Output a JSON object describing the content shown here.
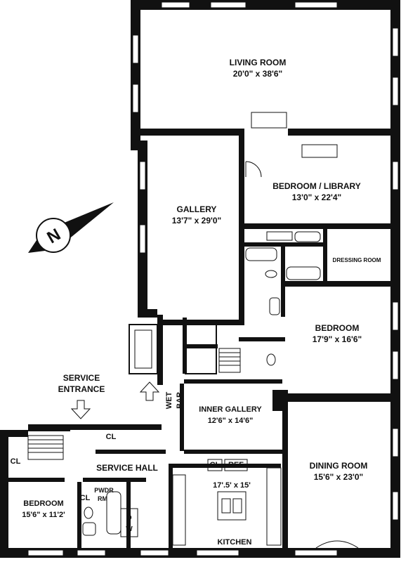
{
  "rooms": {
    "living_room": {
      "name": "LIVING ROOM",
      "dims": "20'0\" x 38'6\""
    },
    "bedroom_library": {
      "name": "BEDROOM / LIBRARY",
      "dims": "13'0\" x 22'4\""
    },
    "gallery": {
      "name": "GALLERY",
      "dims": "13'7\" x 29'0\""
    },
    "dressing_room": {
      "name": "DRESSING ROOM"
    },
    "bedroom_east": {
      "name": "BEDROOM",
      "dims": "17'9\" x 16'6\""
    },
    "inner_gallery": {
      "name": "INNER GALLERY",
      "dims": "12'6\" x 14'6\""
    },
    "dining_room": {
      "name": "DINING ROOM",
      "dims": "15'6\" x 23'0\""
    },
    "kitchen": {
      "name": "KITCHEN",
      "dims": "17'.5' x 15'"
    },
    "bedroom_west": {
      "name": "BEDROOM",
      "dims": "15'6\" x 11'2'"
    },
    "service_hall": {
      "name": "SERVICE HALL"
    },
    "service_entrance": {
      "line1": "SERVICE",
      "line2": "ENTRANCE"
    }
  },
  "labels": {
    "wet": "WET",
    "bar": "BAR",
    "cl": "CL",
    "ref": "REF",
    "pwdr": "PWDR",
    "rm": "RM",
    "d": "D",
    "w": "W"
  },
  "compass": {
    "letter": "N"
  },
  "colors": {
    "wall": "#111111",
    "background": "#ffffff"
  }
}
